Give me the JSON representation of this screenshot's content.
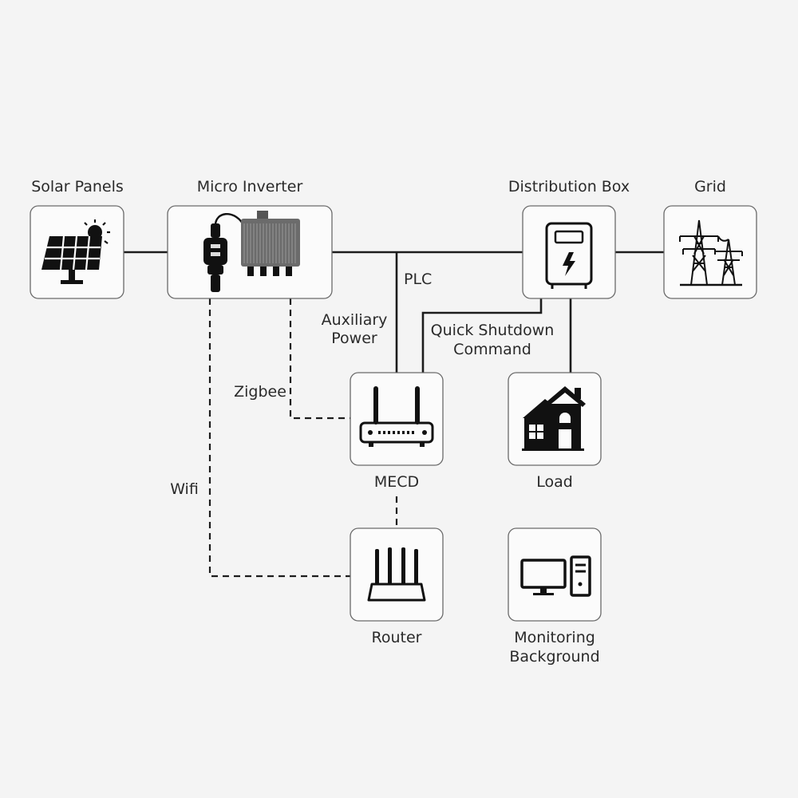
{
  "nodes": {
    "solar_panels": {
      "label": "Solar Panels"
    },
    "micro_inverter": {
      "label": "Micro Inverter"
    },
    "distribution_box": {
      "label": "Distribution Box"
    },
    "grid": {
      "label": "Grid"
    },
    "mecd": {
      "label": "MECD"
    },
    "load": {
      "label": "Load"
    },
    "router": {
      "label": "Router"
    },
    "monitoring": {
      "label_line1": "Monitoring",
      "label_line2": "Background"
    }
  },
  "connections": {
    "plc": {
      "label": "PLC"
    },
    "auxiliary_power": {
      "label_line1": "Auxiliary",
      "label_line2": "Power"
    },
    "quick_shutdown": {
      "label_line1": "Quick Shutdown",
      "label_line2": "Command"
    },
    "zigbee": {
      "label": "Zigbee"
    },
    "wifi": {
      "label": "Wifi"
    }
  },
  "icons": {
    "solar": "solar-panel-icon",
    "inverter": "micro-inverter-icon",
    "distribution": "distribution-box-icon",
    "grid": "power-tower-icon",
    "mecd": "gateway-router-icon",
    "load": "house-icon",
    "router": "wifi-router-icon",
    "monitoring": "desktop-computer-icon"
  },
  "colors": {
    "background": "#f4f4f4",
    "line": "#1c1c1c",
    "box_border": "#6a6a6a"
  }
}
